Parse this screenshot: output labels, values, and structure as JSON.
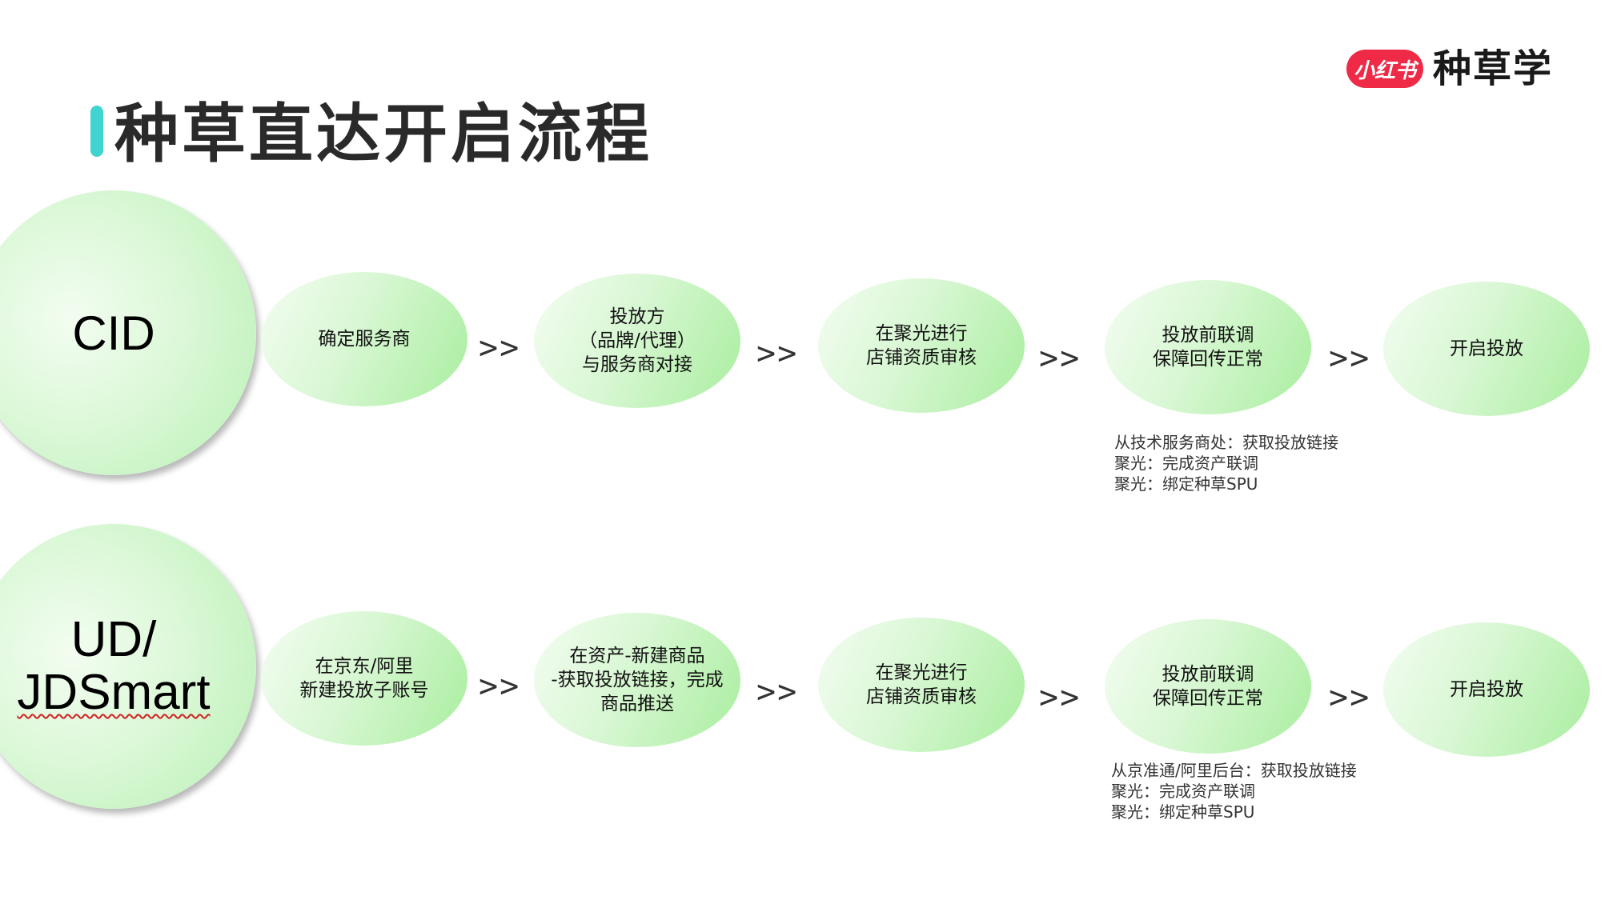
{
  "header": {
    "title": "种草直达开启流程",
    "brand_badge": "小红书",
    "brand_name": "种草学",
    "accent_color": "#3fd4d0",
    "brand_color": "#ee2a46"
  },
  "arrow_text": ">>",
  "rows": [
    {
      "label": "CID",
      "steps": [
        "确定服务商",
        "投放方\n（品牌/代理）\n与服务商对接",
        "在聚光进行\n店铺资质审核",
        "投放前联调\n保障回传正常",
        "开启投放"
      ],
      "notes": [
        "从技术服务商处：获取投放链接",
        "聚光：完成资产联调",
        "聚光：绑定种草SPU"
      ]
    },
    {
      "label_line1": "UD/",
      "label_line2": "JDSmart",
      "steps": [
        "在京东/阿里\n新建投放子账号",
        "在资产-新建商品\n-获取投放链接，完成\n商品推送",
        "在聚光进行\n店铺资质审核",
        "投放前联调\n保障回传正常",
        "开启投放"
      ],
      "notes": [
        "从京准通/阿里后台：获取投放链接",
        "聚光：完成资产联调",
        "聚光：绑定种草SPU"
      ]
    }
  ],
  "colors": {
    "oval_light": "#f4fdf2",
    "oval_dark": "#a9ee9f"
  }
}
